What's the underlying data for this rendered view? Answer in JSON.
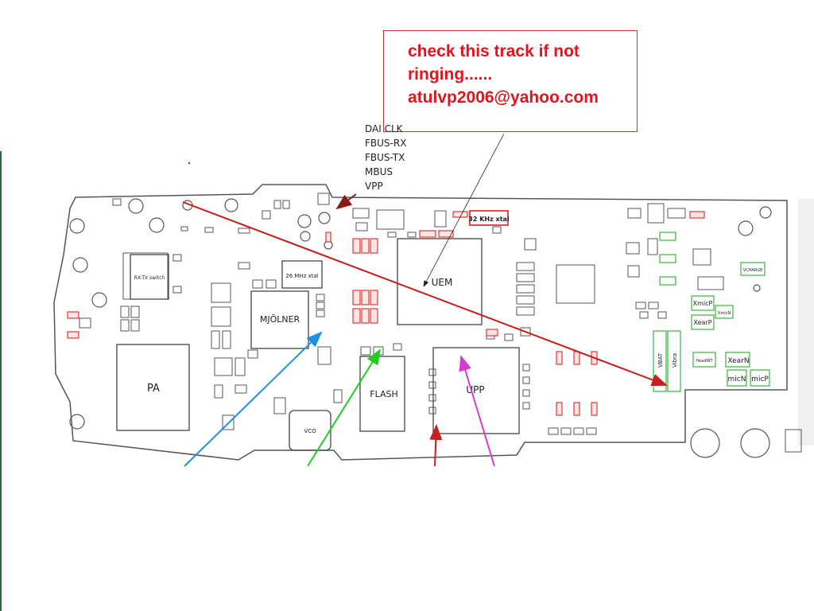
{
  "note": {
    "line1": "check this track if not",
    "line2": "ringing......",
    "line3": "atulvp2006@yahoo.com"
  },
  "signals": [
    "DAI CLK",
    "FBUS-RX",
    "FBUS-TX",
    "MBUS",
    "VPP"
  ],
  "chips": {
    "pa": "PA",
    "mjolner": "MJÖLNER",
    "flash": "FLASH",
    "uem": "UEM",
    "upp": "UPP",
    "vco": "VCO",
    "rx_tx_switch": "RX-TX switch",
    "xtal_26": "26 MHz xtal",
    "xtal_32": "32 KHz xtal"
  },
  "pads": {
    "vbat": "VBAT",
    "vibra": "Vibra",
    "xmicp": "XmicP",
    "xearp": "XearP",
    "xmicn": "XmicN",
    "xearn": "XearN",
    "micn": "micN",
    "micp": "micP",
    "headint": "HeadINT",
    "vcharge": "VCHARGE"
  },
  "colors": {
    "outline": "#555555",
    "note_text": "#e0151d",
    "red_arrow": "#c81e1e",
    "blue_arrow": "#1f8fe0",
    "green_arrow": "#22cc22",
    "magenta_arrow": "#d23cd2",
    "dark_red_arrow": "#8b1a1a",
    "label_green": "#16a316"
  }
}
